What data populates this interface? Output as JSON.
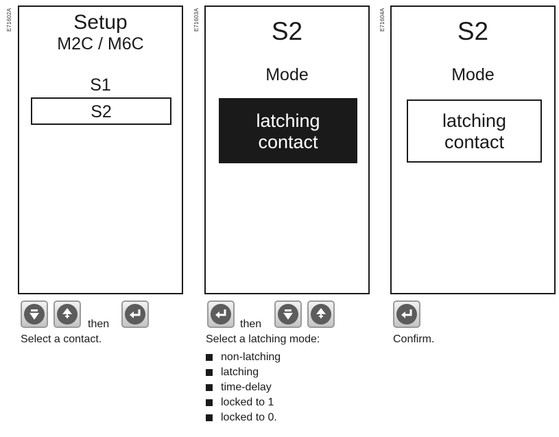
{
  "panels": [
    {
      "code": "E71602A",
      "title": "Setup",
      "subtitle": "M2C / M6C",
      "item1": "S1",
      "item2": "S2",
      "caption": "Select a contact."
    },
    {
      "code": "E71603A",
      "title": "S2",
      "subtitle": "Mode",
      "value_line1": "latching",
      "value_line2": "contact",
      "value_highlighted": true,
      "caption": "Select a latching mode:",
      "options": [
        "non-latching",
        "latching",
        "time-delay",
        "locked to 1",
        "locked to 0."
      ]
    },
    {
      "code": "E71604A",
      "title": "S2",
      "subtitle": "Mode",
      "value_line1": "latching",
      "value_line2": "contact",
      "value_highlighted": false,
      "caption": "Confirm."
    }
  ],
  "then_label": "then",
  "icons": {
    "down": "down-arrow-key-icon",
    "up": "up-arrow-key-icon",
    "enter": "enter-key-icon"
  },
  "colors": {
    "display_ink": "#1a1a1a",
    "key_face": "#5c5c5c",
    "highlight_bg": "#1a1a1a"
  }
}
